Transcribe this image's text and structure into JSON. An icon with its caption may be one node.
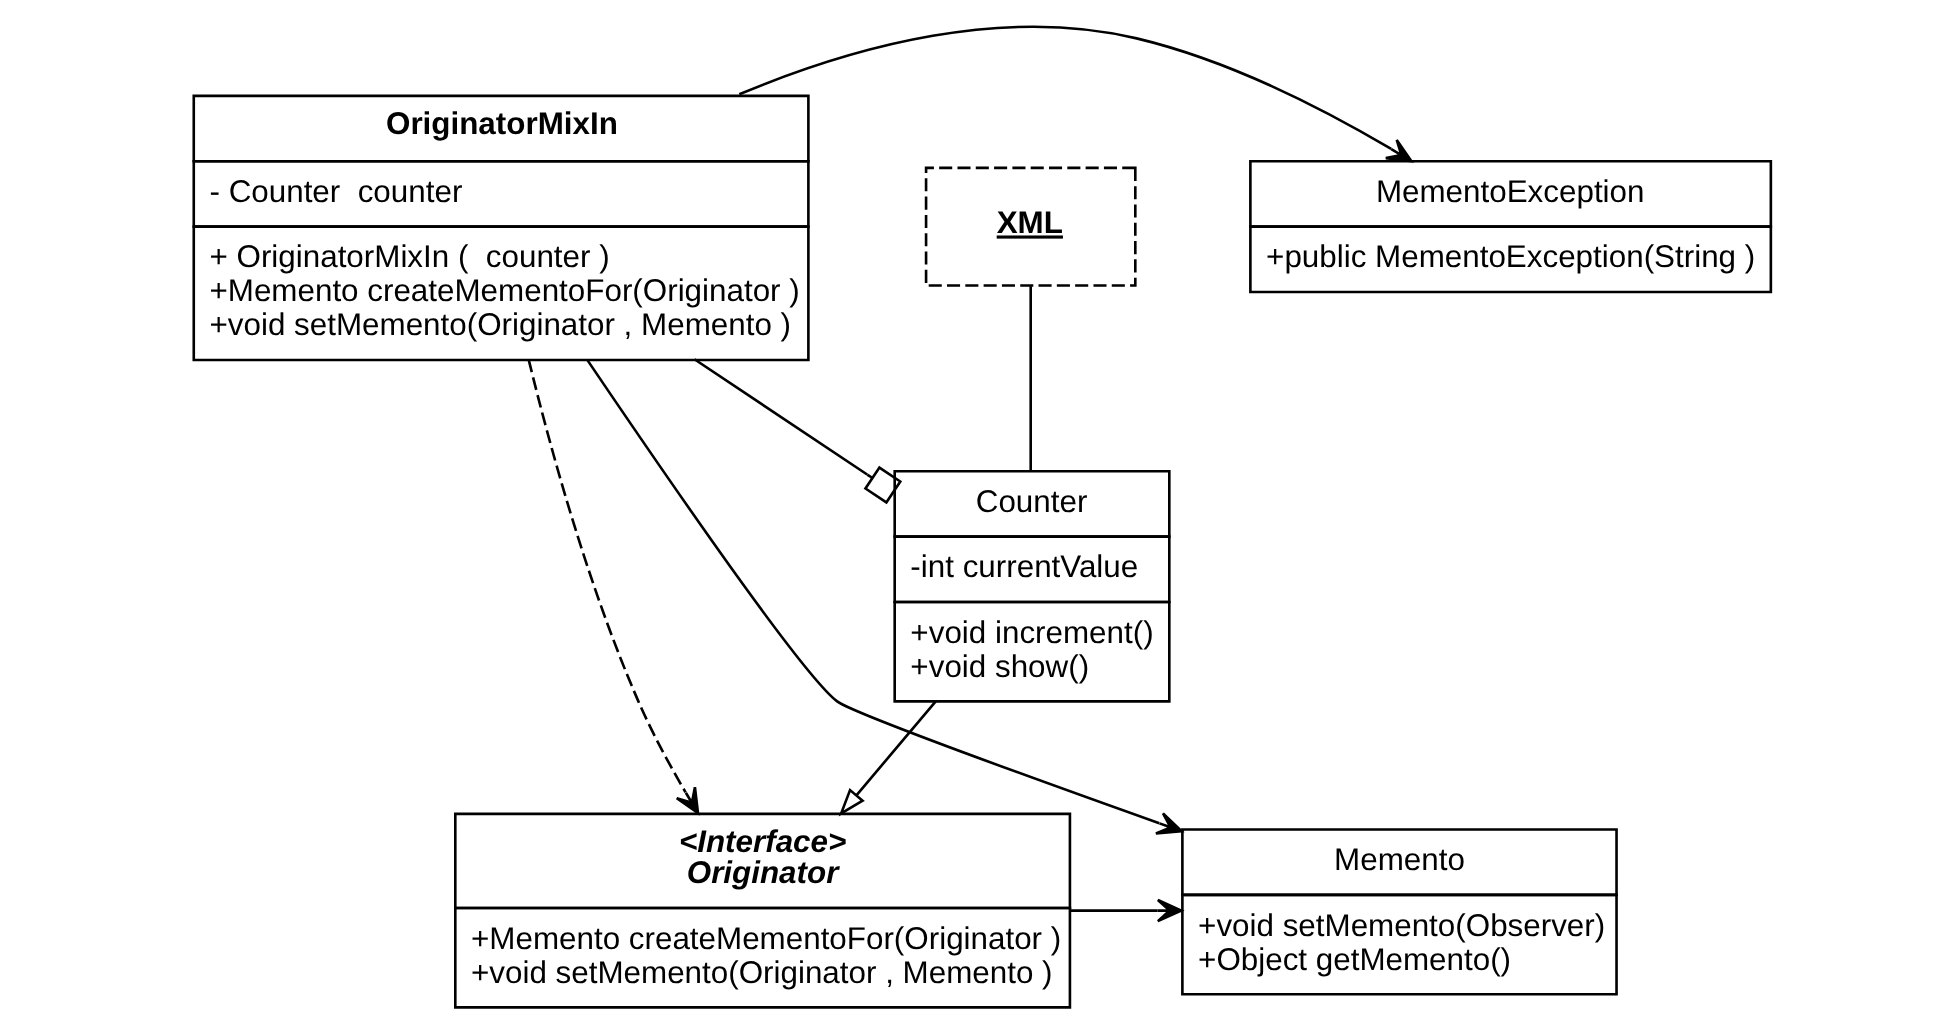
{
  "diagram": {
    "nodes": [
      {
        "text": [
          "<Interface>",
          "Originator",
          "+Memento createMementoFor(Originator )",
          "+void setMemento(Originator , Memento )"
        ]
      },
      {
        "text": [
          "Memento",
          "+void setMemento(Observer)",
          "+Object getMemento()"
        ]
      },
      {
        "text": [
          "OriginatorMixIn",
          "- Counter  counter",
          "+ OriginatorMixIn (  counter )",
          "+Memento createMementoFor(Originator )",
          "+void setMemento(Originator , Memento )"
        ]
      },
      {
        "text": [
          "MementoException",
          "+public MementoException(String )"
        ]
      },
      {
        "text": [
          "XML"
        ]
      },
      {
        "text": [
          "Counter",
          "-int currentValue",
          "+void increment()",
          "+void show()"
        ]
      }
    ],
    "edges": [
      {
        "from": 0,
        "to": 1,
        "arrow": "to"
      },
      {
        "from": 2,
        "to": 0,
        "arrow": "to",
        "style": "dashed"
      },
      {
        "from": 2,
        "to": 1,
        "arrow": "to"
      },
      {
        "from": 2,
        "to": 3,
        "arrow": "to"
      },
      {
        "from": 5,
        "to": 0,
        "arrow": "to"
      },
      {
        "from": 2,
        "to": 5,
        "arrow": "other"
      },
      {
        "from": 4,
        "to": 5,
        "arrow": "none"
      }
    ]
  }
}
